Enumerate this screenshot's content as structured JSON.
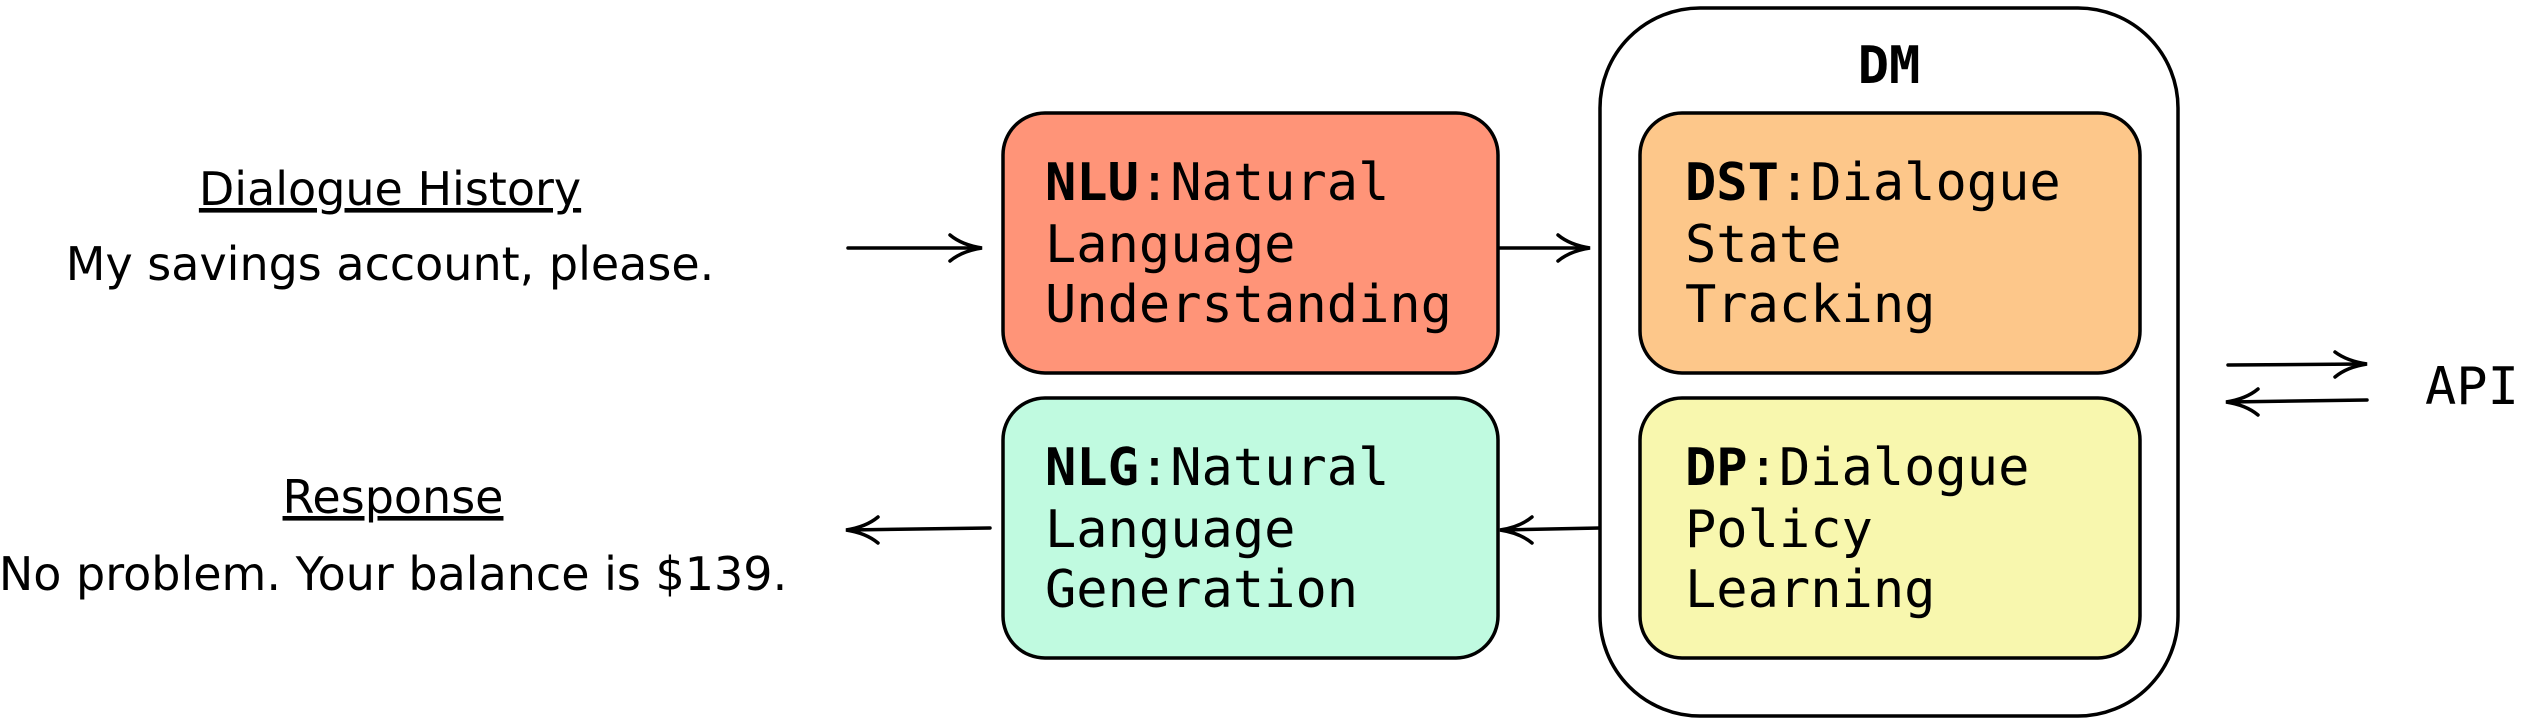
{
  "dialogue_history": {
    "heading": "Dialogue History",
    "text": "My savings account, please."
  },
  "response": {
    "heading": "Response",
    "text": "No problem. Your balance is $139."
  },
  "nlu": {
    "abbr": "NLU",
    "lines": [
      "Natural",
      "Language",
      "Understanding"
    ],
    "color": "#FF9478"
  },
  "nlg": {
    "abbr": "NLG",
    "lines": [
      "Natural",
      "Language",
      "Generation"
    ],
    "color": "#C0FAE0"
  },
  "dm": {
    "label": "DM"
  },
  "dst": {
    "abbr": "DST",
    "lines": [
      "Dialogue",
      "State",
      "Tracking"
    ],
    "color": "#FDC78A"
  },
  "dp": {
    "abbr": "DP",
    "lines": [
      "Dialogue",
      "Policy",
      "Learning"
    ],
    "color": "#F8F7AE"
  },
  "api": {
    "label": "API"
  }
}
